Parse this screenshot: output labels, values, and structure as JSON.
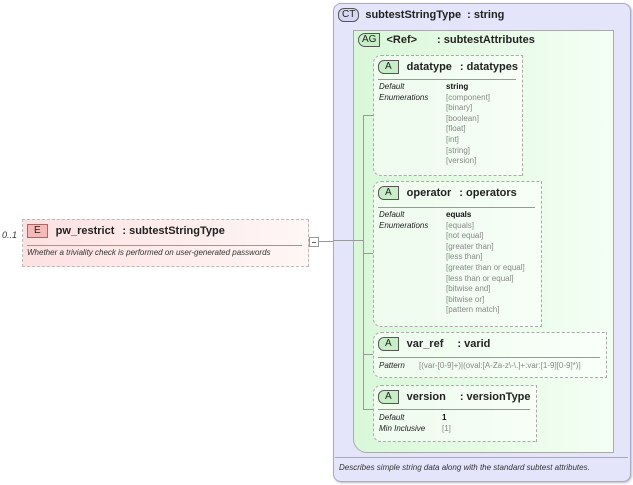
{
  "element": {
    "cardinality": "0..1",
    "badge": "E",
    "name": "pw_restrict",
    "type": ": subtestStringType",
    "description": "Whether a triviality check is performed on user-generated passwords"
  },
  "complex_type": {
    "badge": "CT",
    "name": "subtestStringType",
    "type": ": string",
    "description": "Describes simple string data along with the standard subtest attributes."
  },
  "attribute_group": {
    "badge": "AG",
    "name": "<Ref>",
    "type": ": subtestAttributes"
  },
  "attributes": [
    {
      "badge": "A",
      "name": "datatype",
      "type": ": datatypes",
      "rows": [
        {
          "label": "Default",
          "value": "string"
        },
        {
          "label": "Enumerations",
          "values": [
            "[component]",
            "[binary]",
            "[boolean]",
            "[float]",
            "[int]",
            "[string]",
            "[version]"
          ]
        }
      ]
    },
    {
      "badge": "A",
      "name": "operator",
      "type": ": operators",
      "rows": [
        {
          "label": "Default",
          "value": "equals"
        },
        {
          "label": "Enumerations",
          "values": [
            "[equals]",
            "[not equal]",
            "[greater than]",
            "[less than]",
            "[greater than or equal]",
            "[less than or equal]",
            "[bitwise and]",
            "[bitwise or]",
            "[pattern match]"
          ]
        }
      ]
    },
    {
      "badge": "A",
      "name": "var_ref",
      "type": ": varid",
      "rows": [
        {
          "label": "Pattern",
          "value": "[(var-[0-9]+)|(oval:[A-Za-z\\-\\.]+:var:[1-9][0-9]*)]"
        }
      ]
    },
    {
      "badge": "A",
      "name": "version",
      "type": ": versionType",
      "rows": [
        {
          "label": "Default",
          "value": "1"
        },
        {
          "label": "Min Inclusive",
          "value": "[1]"
        }
      ]
    }
  ]
}
